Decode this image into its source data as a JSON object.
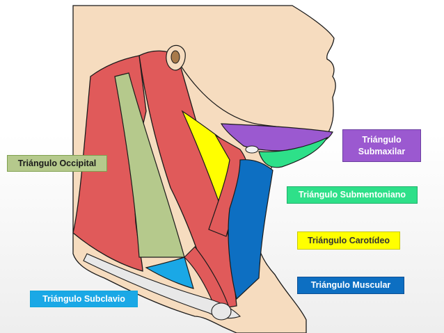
{
  "labels": {
    "occipital": "Triángulo Occipital",
    "submaxilar_line1": "Triángulo",
    "submaxilar_line2": "Submaxilar",
    "submentoniano": "Triángulo Submentoniano",
    "carotideo": "Triángulo Carotídeo",
    "muscular": "Triángulo Muscular",
    "subclavio": "Triángulo Subclavio"
  },
  "colors": {
    "skin": "#f6dcbf",
    "muscle": "#e05a5a",
    "muscle_outline": "#1a1a1a",
    "occipital": "#b5c98c",
    "submaxilar": "#9b59d0",
    "submentoniano": "#2ee089",
    "carotideo": "#ffff00",
    "muscular": "#0d6fc2",
    "subclavio": "#1aa8e6",
    "bone": "#e8e8e8",
    "ear": "#a87a4a"
  }
}
